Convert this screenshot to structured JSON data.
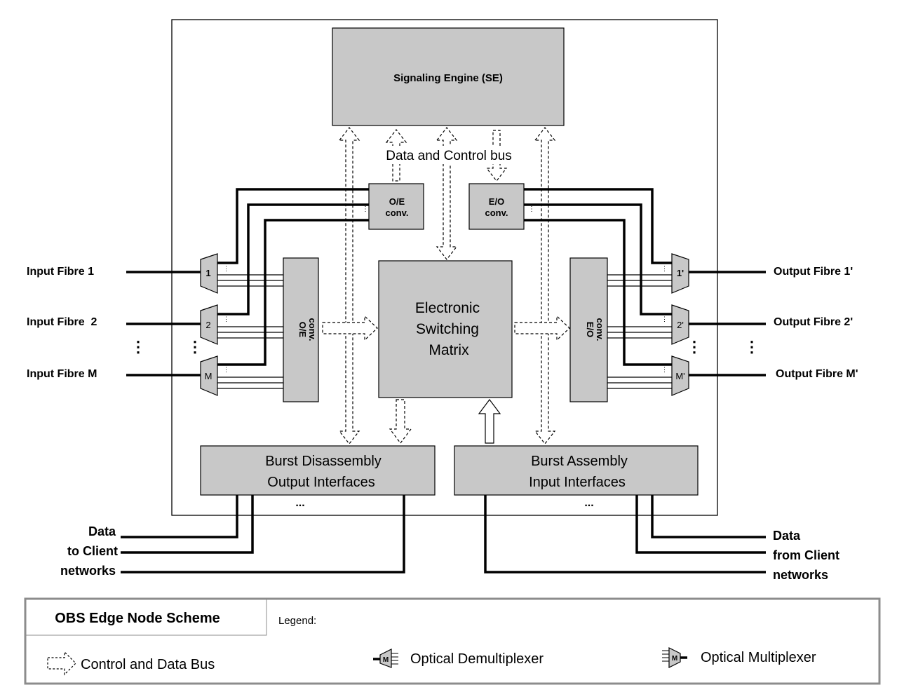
{
  "blocks": {
    "signaling_engine": "Signaling Engine (SE)",
    "bus_label": "Data and Control bus",
    "oe_conv_top": [
      "O/E",
      "conv."
    ],
    "eo_conv_top": [
      "E/O",
      "conv."
    ],
    "oe_conv_side": [
      "O/E",
      "conv."
    ],
    "eo_conv_side": [
      "E/O",
      "conv."
    ],
    "switching_matrix": [
      "Electronic",
      "Switching",
      "Matrix"
    ],
    "burst_disassembly": [
      "Burst Disassembly",
      "Output Interfaces"
    ],
    "burst_assembly": [
      "Burst Assembly",
      "Input Interfaces"
    ],
    "ellipsis_h": "...",
    "ellipsis_v": "⋮"
  },
  "inputs": [
    {
      "label": "Input Fibre 1",
      "demux": "1"
    },
    {
      "label": "Input Fibre  2",
      "demux": "2"
    },
    {
      "label": "Input Fibre M",
      "demux": "M"
    }
  ],
  "outputs": [
    {
      "label": "Output Fibre 1'",
      "mux": "1'"
    },
    {
      "label": "Output Fibre 2'",
      "mux": "2'"
    },
    {
      "label": "Output Fibre M'",
      "mux": "M'"
    }
  ],
  "client": {
    "to": [
      "Data",
      "to Client",
      "networks"
    ],
    "from": [
      "Data",
      "from Client",
      "networks"
    ]
  },
  "legend": {
    "title": "OBS Edge Node Scheme",
    "heading": "Legend:",
    "items": [
      {
        "icon": "dashed-arrow-icon",
        "label": "Control and Data Bus"
      },
      {
        "icon": "optical-demultiplexer-icon",
        "label": "Optical Demultiplexer",
        "glyph": "M"
      },
      {
        "icon": "optical-multiplexer-icon",
        "label": "Optical Multiplexer",
        "glyph": "M"
      }
    ]
  },
  "colors": {
    "block_fill": "#c8c8c8",
    "stroke": "#000000",
    "legend_border": "#8c8c8c"
  }
}
